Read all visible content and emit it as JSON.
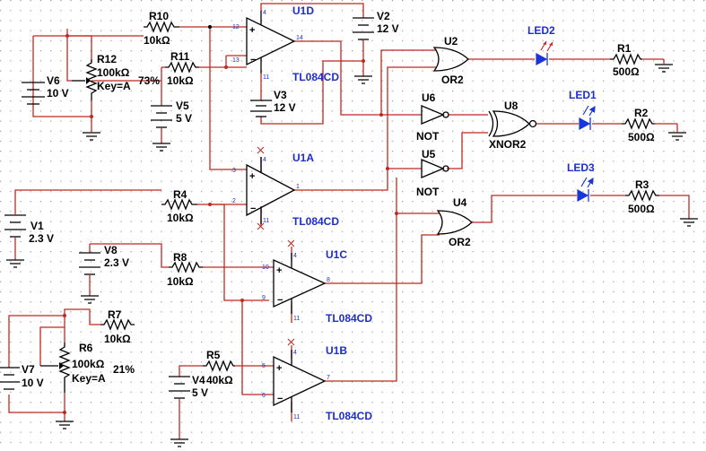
{
  "components": {
    "U1D": {
      "ref": "U1D",
      "part": "TL084CD",
      "pins": [
        "4",
        "12",
        "13",
        "14",
        "11"
      ]
    },
    "U1A": {
      "ref": "U1A",
      "part": "TL084CD",
      "pins": [
        "4",
        "3",
        "2",
        "1",
        "11"
      ]
    },
    "U1C": {
      "ref": "U1C",
      "part": "TL084CD",
      "pins": [
        "4",
        "10",
        "9",
        "8",
        "11"
      ]
    },
    "U1B": {
      "ref": "U1B",
      "part": "TL084CD",
      "pins": [
        "4",
        "5",
        "6",
        "7",
        "11"
      ]
    },
    "U2": {
      "ref": "U2",
      "part": "OR2"
    },
    "U4": {
      "ref": "U4",
      "part": "OR2"
    },
    "U6": {
      "ref": "U6",
      "part": "NOT"
    },
    "U5": {
      "ref": "U5",
      "part": "NOT"
    },
    "U8": {
      "ref": "U8",
      "part": "XNOR2"
    },
    "LED1": {
      "ref": "LED1"
    },
    "LED2": {
      "ref": "LED2"
    },
    "LED3": {
      "ref": "LED3"
    },
    "R1": {
      "ref": "R1",
      "value": "500Ω"
    },
    "R2": {
      "ref": "R2",
      "value": "500Ω"
    },
    "R3": {
      "ref": "R3",
      "value": "500Ω"
    },
    "R4": {
      "ref": "R4",
      "value": "10kΩ"
    },
    "R5": {
      "ref": "R5",
      "value": "40kΩ"
    },
    "R7": {
      "ref": "R7",
      "value": "10kΩ"
    },
    "R8": {
      "ref": "R8",
      "value": "10kΩ"
    },
    "R10": {
      "ref": "R10",
      "value": "10kΩ"
    },
    "R11": {
      "ref": "R11",
      "value": "10kΩ"
    },
    "R12": {
      "ref": "R12",
      "value": "100kΩ",
      "key": "Key=A",
      "setting": "73%"
    },
    "R6": {
      "ref": "R6",
      "value": "100kΩ",
      "key": "Key=A",
      "setting": "21%"
    },
    "V1": {
      "ref": "V1",
      "value": "2.3 V"
    },
    "V2": {
      "ref": "V2",
      "value": "12 V"
    },
    "V3": {
      "ref": "V3",
      "value": "12 V"
    },
    "V4": {
      "ref": "V4",
      "value": "5 V"
    },
    "V5": {
      "ref": "V5",
      "value": "5 V"
    },
    "V6": {
      "ref": "V6",
      "value": "10 V"
    },
    "V7": {
      "ref": "V7",
      "value": "10 V"
    },
    "V8": {
      "ref": "V8",
      "value": "2.3 V"
    }
  },
  "colors": {
    "wire": "#c0281e",
    "label_blue": "#1c2ecc",
    "led": "#1a36d8",
    "led_rays_lit": "#e02020",
    "led_rays_off": "#1a36d8"
  }
}
